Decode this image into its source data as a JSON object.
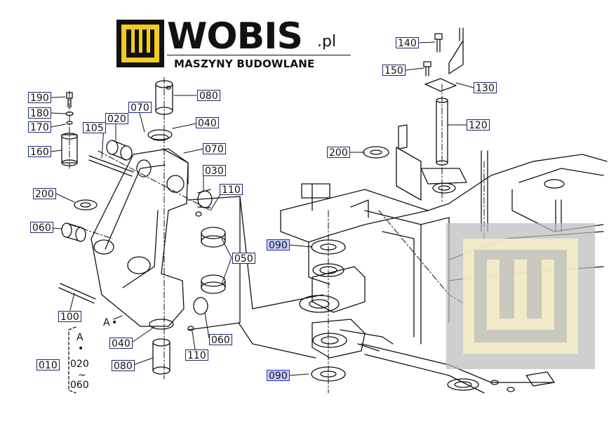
{
  "logo": {
    "brand": "WOBIS",
    "domain_suffix": ".pl",
    "tagline": "MASZYNY BUDOWLANE",
    "colors": {
      "yellow": "#f2cc1f",
      "black": "#111111"
    }
  },
  "watermark": {
    "colors": {
      "gray": "#bdbdbd",
      "cream": "#f6efc6"
    }
  },
  "callouts": [
    "190",
    "180",
    "170",
    "160",
    "105",
    "020",
    "070",
    "080",
    "040",
    "070",
    "030",
    "110",
    "200",
    "060",
    "050",
    "100",
    "040",
    "110",
    "060",
    "080",
    "140",
    "150",
    "130",
    "120",
    "200",
    "090",
    "090"
  ],
  "assembly": {
    "ref_letter": "A",
    "group_label": "010",
    "range_start": "020",
    "range_tilde": "~",
    "range_end": "060",
    "bullet": "•"
  },
  "colors": {
    "label_border": "#1a2a6e",
    "highlight_fill": "#c8ccff",
    "line": "#111111"
  }
}
